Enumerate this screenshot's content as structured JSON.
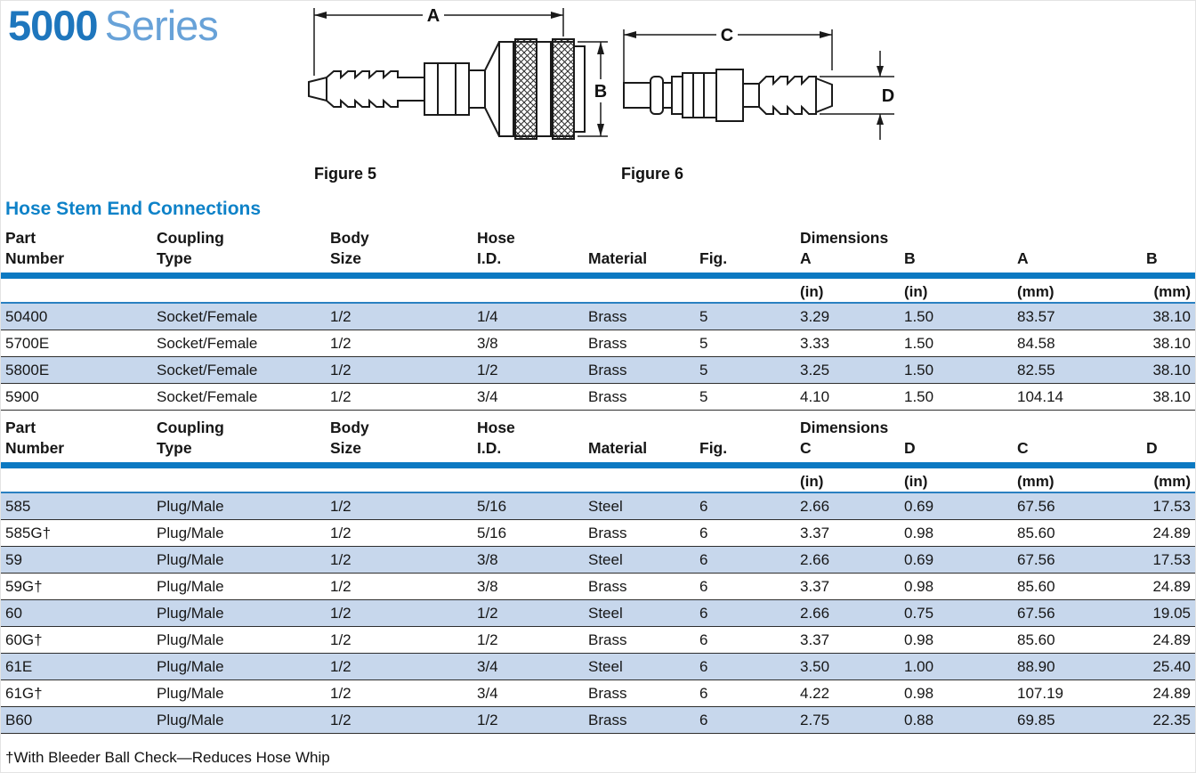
{
  "title": {
    "series_number": "5000",
    "series_word": "Series"
  },
  "section_title": "Hose Stem End Connections",
  "figures": [
    {
      "label": "Figure 5",
      "dim_length": "A",
      "dim_diameter": "B"
    },
    {
      "label": "Figure 6",
      "dim_length": "C",
      "dim_diameter": "D"
    }
  ],
  "colors": {
    "title_number_blue": "#1e76bd",
    "title_word_blue": "#68a2d8",
    "section_blue": "#0e82c8",
    "rule_blue": "#0b79c2",
    "thin_rule_blue": "#2a80c1",
    "row_shade_blue": "#c7d7ec",
    "row_divider": "#2e2e2e"
  },
  "tables": [
    {
      "headers": [
        [
          "Part",
          "Number"
        ],
        [
          "Coupling",
          "Type"
        ],
        [
          "Body",
          "Size"
        ],
        [
          "Hose",
          "I.D."
        ],
        [
          "",
          "Material"
        ],
        [
          "",
          "Fig."
        ],
        [
          "Dimensions",
          "A"
        ],
        [
          "",
          "B"
        ],
        [
          "",
          "A"
        ],
        [
          "",
          "B"
        ]
      ],
      "units": [
        "",
        "",
        "",
        "",
        "",
        "",
        "(in)",
        "(in)",
        "(mm)",
        "(mm)"
      ],
      "rows": [
        [
          "50400",
          "Socket/Female",
          "1/2",
          "1/4",
          "Brass",
          "5",
          "3.29",
          "1.50",
          "83.57",
          "38.10"
        ],
        [
          "5700E",
          "Socket/Female",
          "1/2",
          "3/8",
          "Brass",
          "5",
          "3.33",
          "1.50",
          "84.58",
          "38.10"
        ],
        [
          "5800E",
          "Socket/Female",
          "1/2",
          "1/2",
          "Brass",
          "5",
          "3.25",
          "1.50",
          "82.55",
          "38.10"
        ],
        [
          "5900",
          "Socket/Female",
          "1/2",
          "3/4",
          "Brass",
          "5",
          "4.10",
          "1.50",
          "104.14",
          "38.10"
        ]
      ]
    },
    {
      "headers": [
        [
          "Part",
          "Number"
        ],
        [
          "Coupling",
          "Type"
        ],
        [
          "Body",
          "Size"
        ],
        [
          "Hose",
          "I.D."
        ],
        [
          "",
          "Material"
        ],
        [
          "",
          "Fig."
        ],
        [
          "Dimensions",
          "C"
        ],
        [
          "",
          "D"
        ],
        [
          "",
          "C"
        ],
        [
          "",
          "D"
        ]
      ],
      "units": [
        "",
        "",
        "",
        "",
        "",
        "",
        "(in)",
        "(in)",
        "(mm)",
        "(mm)"
      ],
      "rows": [
        [
          "585",
          "Plug/Male",
          "1/2",
          "5/16",
          "Steel",
          "6",
          "2.66",
          "0.69",
          "67.56",
          "17.53"
        ],
        [
          "585G†",
          "Plug/Male",
          "1/2",
          "5/16",
          "Brass",
          "6",
          "3.37",
          "0.98",
          "85.60",
          "24.89"
        ],
        [
          "59",
          "Plug/Male",
          "1/2",
          "3/8",
          "Steel",
          "6",
          "2.66",
          "0.69",
          "67.56",
          "17.53"
        ],
        [
          "59G†",
          "Plug/Male",
          "1/2",
          "3/8",
          "Brass",
          "6",
          "3.37",
          "0.98",
          "85.60",
          "24.89"
        ],
        [
          "60",
          "Plug/Male",
          "1/2",
          "1/2",
          "Steel",
          "6",
          "2.66",
          "0.75",
          "67.56",
          "19.05"
        ],
        [
          "60G†",
          "Plug/Male",
          "1/2",
          "1/2",
          "Brass",
          "6",
          "3.37",
          "0.98",
          "85.60",
          "24.89"
        ],
        [
          "61E",
          "Plug/Male",
          "1/2",
          "3/4",
          "Steel",
          "6",
          "3.50",
          "1.00",
          "88.90",
          "25.40"
        ],
        [
          "61G†",
          "Plug/Male",
          "1/2",
          "3/4",
          "Brass",
          "6",
          "4.22",
          "0.98",
          "107.19",
          "24.89"
        ],
        [
          "B60",
          "Plug/Male",
          "1/2",
          "1/2",
          "Brass",
          "6",
          "2.75",
          "0.88",
          "69.85",
          "22.35"
        ]
      ]
    }
  ],
  "footnote": "†With Bleeder Ball Check—Reduces Hose Whip"
}
